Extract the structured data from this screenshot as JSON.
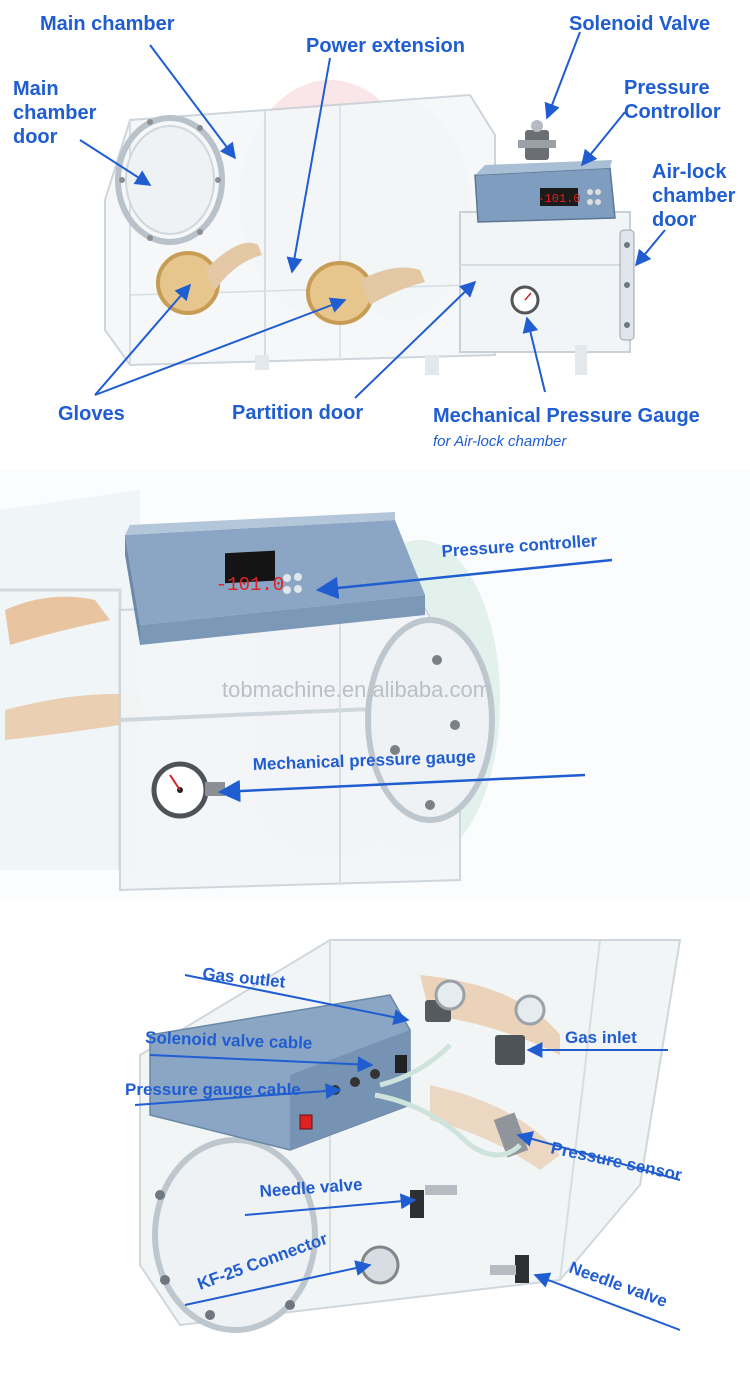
{
  "panel1": {
    "labels": {
      "main_chamber": "Main chamber",
      "power_extension": "Power extension",
      "solenoid_valve": "Solenoid Valve",
      "main_chamber_door_l1": "Main",
      "main_chamber_door_l2": "chamber",
      "main_chamber_door_l3": "door",
      "pressure_controllor_l1": "Pressure",
      "pressure_controllor_l2": "Controllor",
      "airlock_door_l1": "Air-lock",
      "airlock_door_l2": "chamber",
      "airlock_door_l3": "door",
      "gloves": "Gloves",
      "partition_door": "Partition door",
      "mech_gauge": "Mechanical Pressure Gauge",
      "mech_gauge_sub": "for Air-lock chamber"
    },
    "display_value": "-101.0"
  },
  "panel2": {
    "labels": {
      "pressure_controller": "Pressure controller",
      "mech_gauge": "Mechanical pressure gauge"
    },
    "watermark": "tobmachine.en.alibaba.com",
    "display_value": "-101.0"
  },
  "panel3": {
    "labels": {
      "gas_outlet": "Gas outlet",
      "solenoid_cable": "Solenoid valve cable",
      "pressure_gauge_cable": "Pressure gauge cable",
      "gas_inlet": "Gas inlet",
      "pressure_sensor": "Pressure sensor",
      "needle_valve_1": "Needle valve",
      "kf25": "KF-25 Connector",
      "needle_valve_2": "Needle valve"
    }
  },
  "colors": {
    "label": "#1f5dd0",
    "arrow": "#1f5dd0",
    "acrylic_edge": "#cfd6dc",
    "controller_body": "#8aa6c4",
    "display_red": "#e42020",
    "glove": "#d8b070"
  }
}
